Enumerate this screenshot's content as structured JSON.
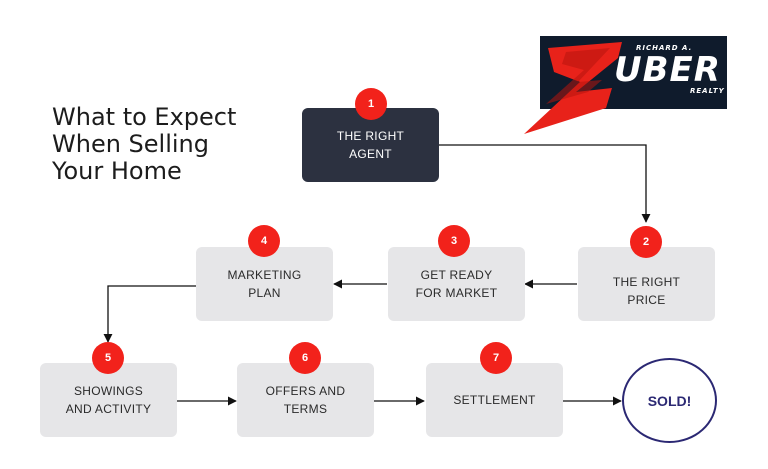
{
  "title": {
    "line1": "What to Expect",
    "line2": "When Selling",
    "line3": "Your Home"
  },
  "logo": {
    "small_text": "RICHARD A.",
    "main_text": "UBER",
    "letter": "Z",
    "tag": "REALTY",
    "colors": {
      "background": "#0f1b2c",
      "accent": "#e8221a"
    }
  },
  "steps": [
    {
      "number": "1",
      "label": "THE RIGHT\nAGENT"
    },
    {
      "number": "2",
      "label": "THE RIGHT\nPRICE"
    },
    {
      "number": "3",
      "label": "GET READY\nFOR MARKET"
    },
    {
      "number": "4",
      "label": "MARKETING\nPLAN"
    },
    {
      "number": "5",
      "label": "SHOWINGS\nAND ACTIVITY"
    },
    {
      "number": "6",
      "label": "OFFERS AND\nTERMS"
    },
    {
      "number": "7",
      "label": "SETTLEMENT"
    }
  ],
  "final": {
    "label": "SOLD!"
  },
  "colors": {
    "badge": "#f2221b",
    "box": "#e6e6e8",
    "box_dark": "#2c3140",
    "sold_outline": "#2b2873"
  }
}
